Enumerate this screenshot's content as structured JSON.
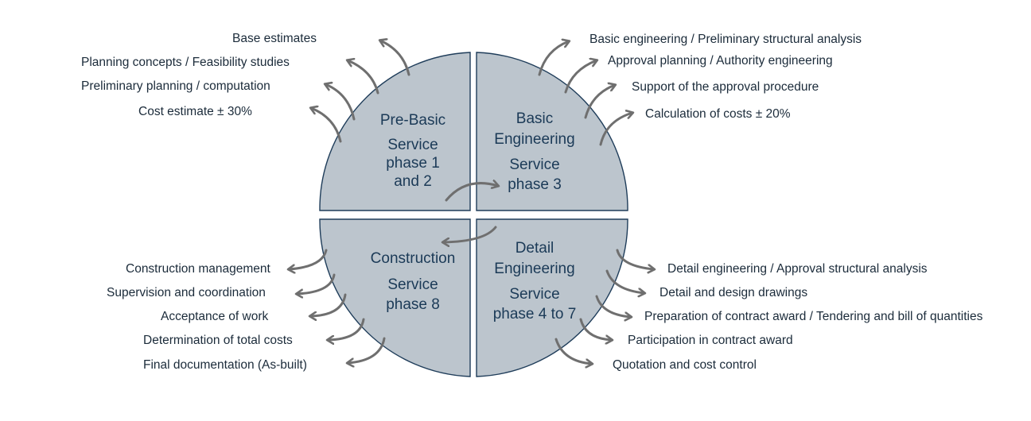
{
  "colors": {
    "quadrant_fill": "#bcc5cd",
    "quadrant_stroke": "#1f3d5a",
    "title_text": "#1b3a57",
    "label_text": "#1b2b3a",
    "arrow": "#6f6f6f"
  },
  "quadrants": {
    "pre_basic": {
      "title": "Pre-Basic",
      "service": "Service",
      "phase_l1": "phase 1",
      "phase_l2": "and 2"
    },
    "basic": {
      "title_l1": "Basic",
      "title_l2": "Engineering",
      "service": "Service",
      "phase": "phase 3"
    },
    "construction": {
      "title": "Construction",
      "service": "Service",
      "phase": "phase 8"
    },
    "detail": {
      "title_l1": "Detail",
      "title_l2": "Engineering",
      "service": "Service",
      "phase": "phase 4 to 7"
    }
  },
  "labels": {
    "top_left": [
      "Base estimates",
      "Planning concepts  / Feasibility studies",
      "Preliminary planning / computation",
      "Cost estimate ± 30%"
    ],
    "top_right": [
      "Basic engineering / Preliminary structural analysis",
      "Approval planning / Authority engineering",
      "Support of the approval procedure",
      "Calculation of costs ± 20%"
    ],
    "bottom_left": [
      "Construction management",
      "Supervision and coordination",
      "Acceptance of work",
      "Determination of total costs",
      "Final documentation (As-built)"
    ],
    "bottom_right": [
      "Detail engineering / Approval structural analysis",
      "Detail and design drawings",
      "Preparation of contract award / Tendering and bill of quantities",
      "Participation in contract award",
      "Quotation and cost control"
    ]
  },
  "icons": {
    "marker": "arrowhead-icon"
  }
}
